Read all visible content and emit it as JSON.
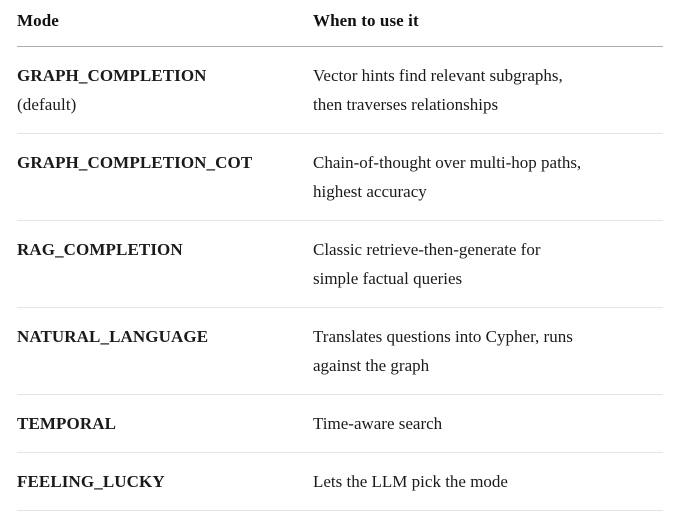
{
  "table": {
    "headers": {
      "mode": "Mode",
      "when": "When to use it"
    },
    "rows": [
      {
        "mode": "GRAPH_COMPLETION",
        "mode_note": "(default)",
        "desc_line1": "Vector hints find relevant subgraphs,",
        "desc_line2": "then traverses relationships"
      },
      {
        "mode": "GRAPH_COMPLETION_COT",
        "mode_note": "",
        "desc_line1": "Chain-of-thought over multi-hop paths,",
        "desc_line2": "highest accuracy"
      },
      {
        "mode": "RAG_COMPLETION",
        "mode_note": "",
        "desc_line1": "Classic retrieve-then-generate for",
        "desc_line2": "simple factual queries"
      },
      {
        "mode": "NATURAL_LANGUAGE",
        "mode_note": "",
        "desc_line1": "Translates questions into Cypher, runs",
        "desc_line2": "against the graph"
      },
      {
        "mode": "TEMPORAL",
        "mode_note": "",
        "desc_line1": "Time-aware search",
        "desc_line2": ""
      },
      {
        "mode": "FEELING_LUCKY",
        "mode_note": "",
        "desc_line1": "Lets the LLM pick the mode",
        "desc_line2": ""
      }
    ]
  },
  "colors": {
    "page_background": "#ffffff",
    "text": "#1a1a1a",
    "header_rule": "#aeaeae",
    "row_rule": "#e4e4e4"
  }
}
